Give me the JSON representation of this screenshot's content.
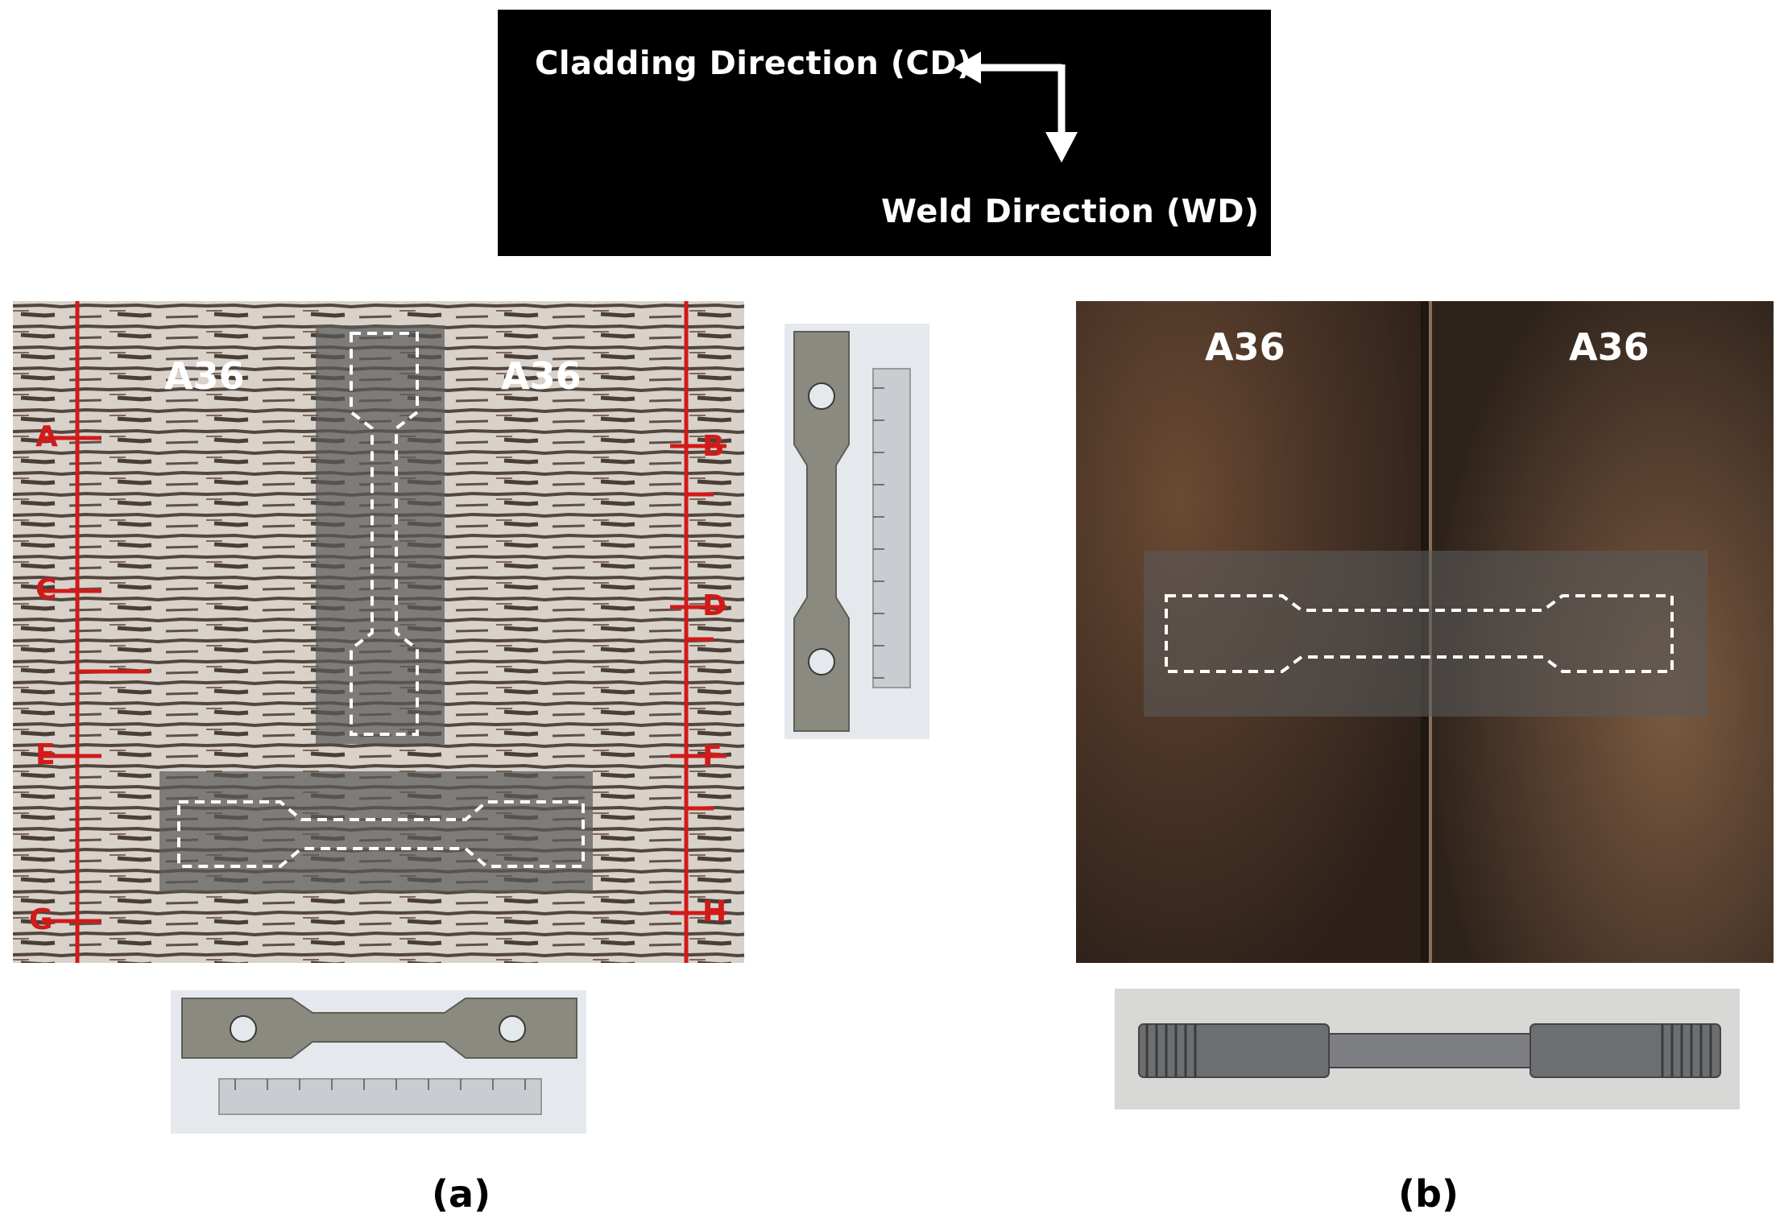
{
  "legend": {
    "cladding_direction": "Cladding Direction (CD)",
    "weld_direction": "Weld Direction (WD)"
  },
  "panel_a": {
    "plate_label_left": "A36",
    "plate_label_right": "A36",
    "marker_letters_left": [
      "A",
      "C",
      "E",
      "G"
    ],
    "marker_letters_right": [
      "B",
      "D",
      "F",
      "H"
    ],
    "caption": "(a)"
  },
  "panel_b": {
    "plate_label_left": "A36",
    "plate_label_right": "A36",
    "caption": "(b)"
  },
  "colors": {
    "legend_bg": "#000000",
    "marker_red": "#d11a1a",
    "overlay_gray": "#5a5a5a",
    "dash_white": "#ffffff"
  }
}
